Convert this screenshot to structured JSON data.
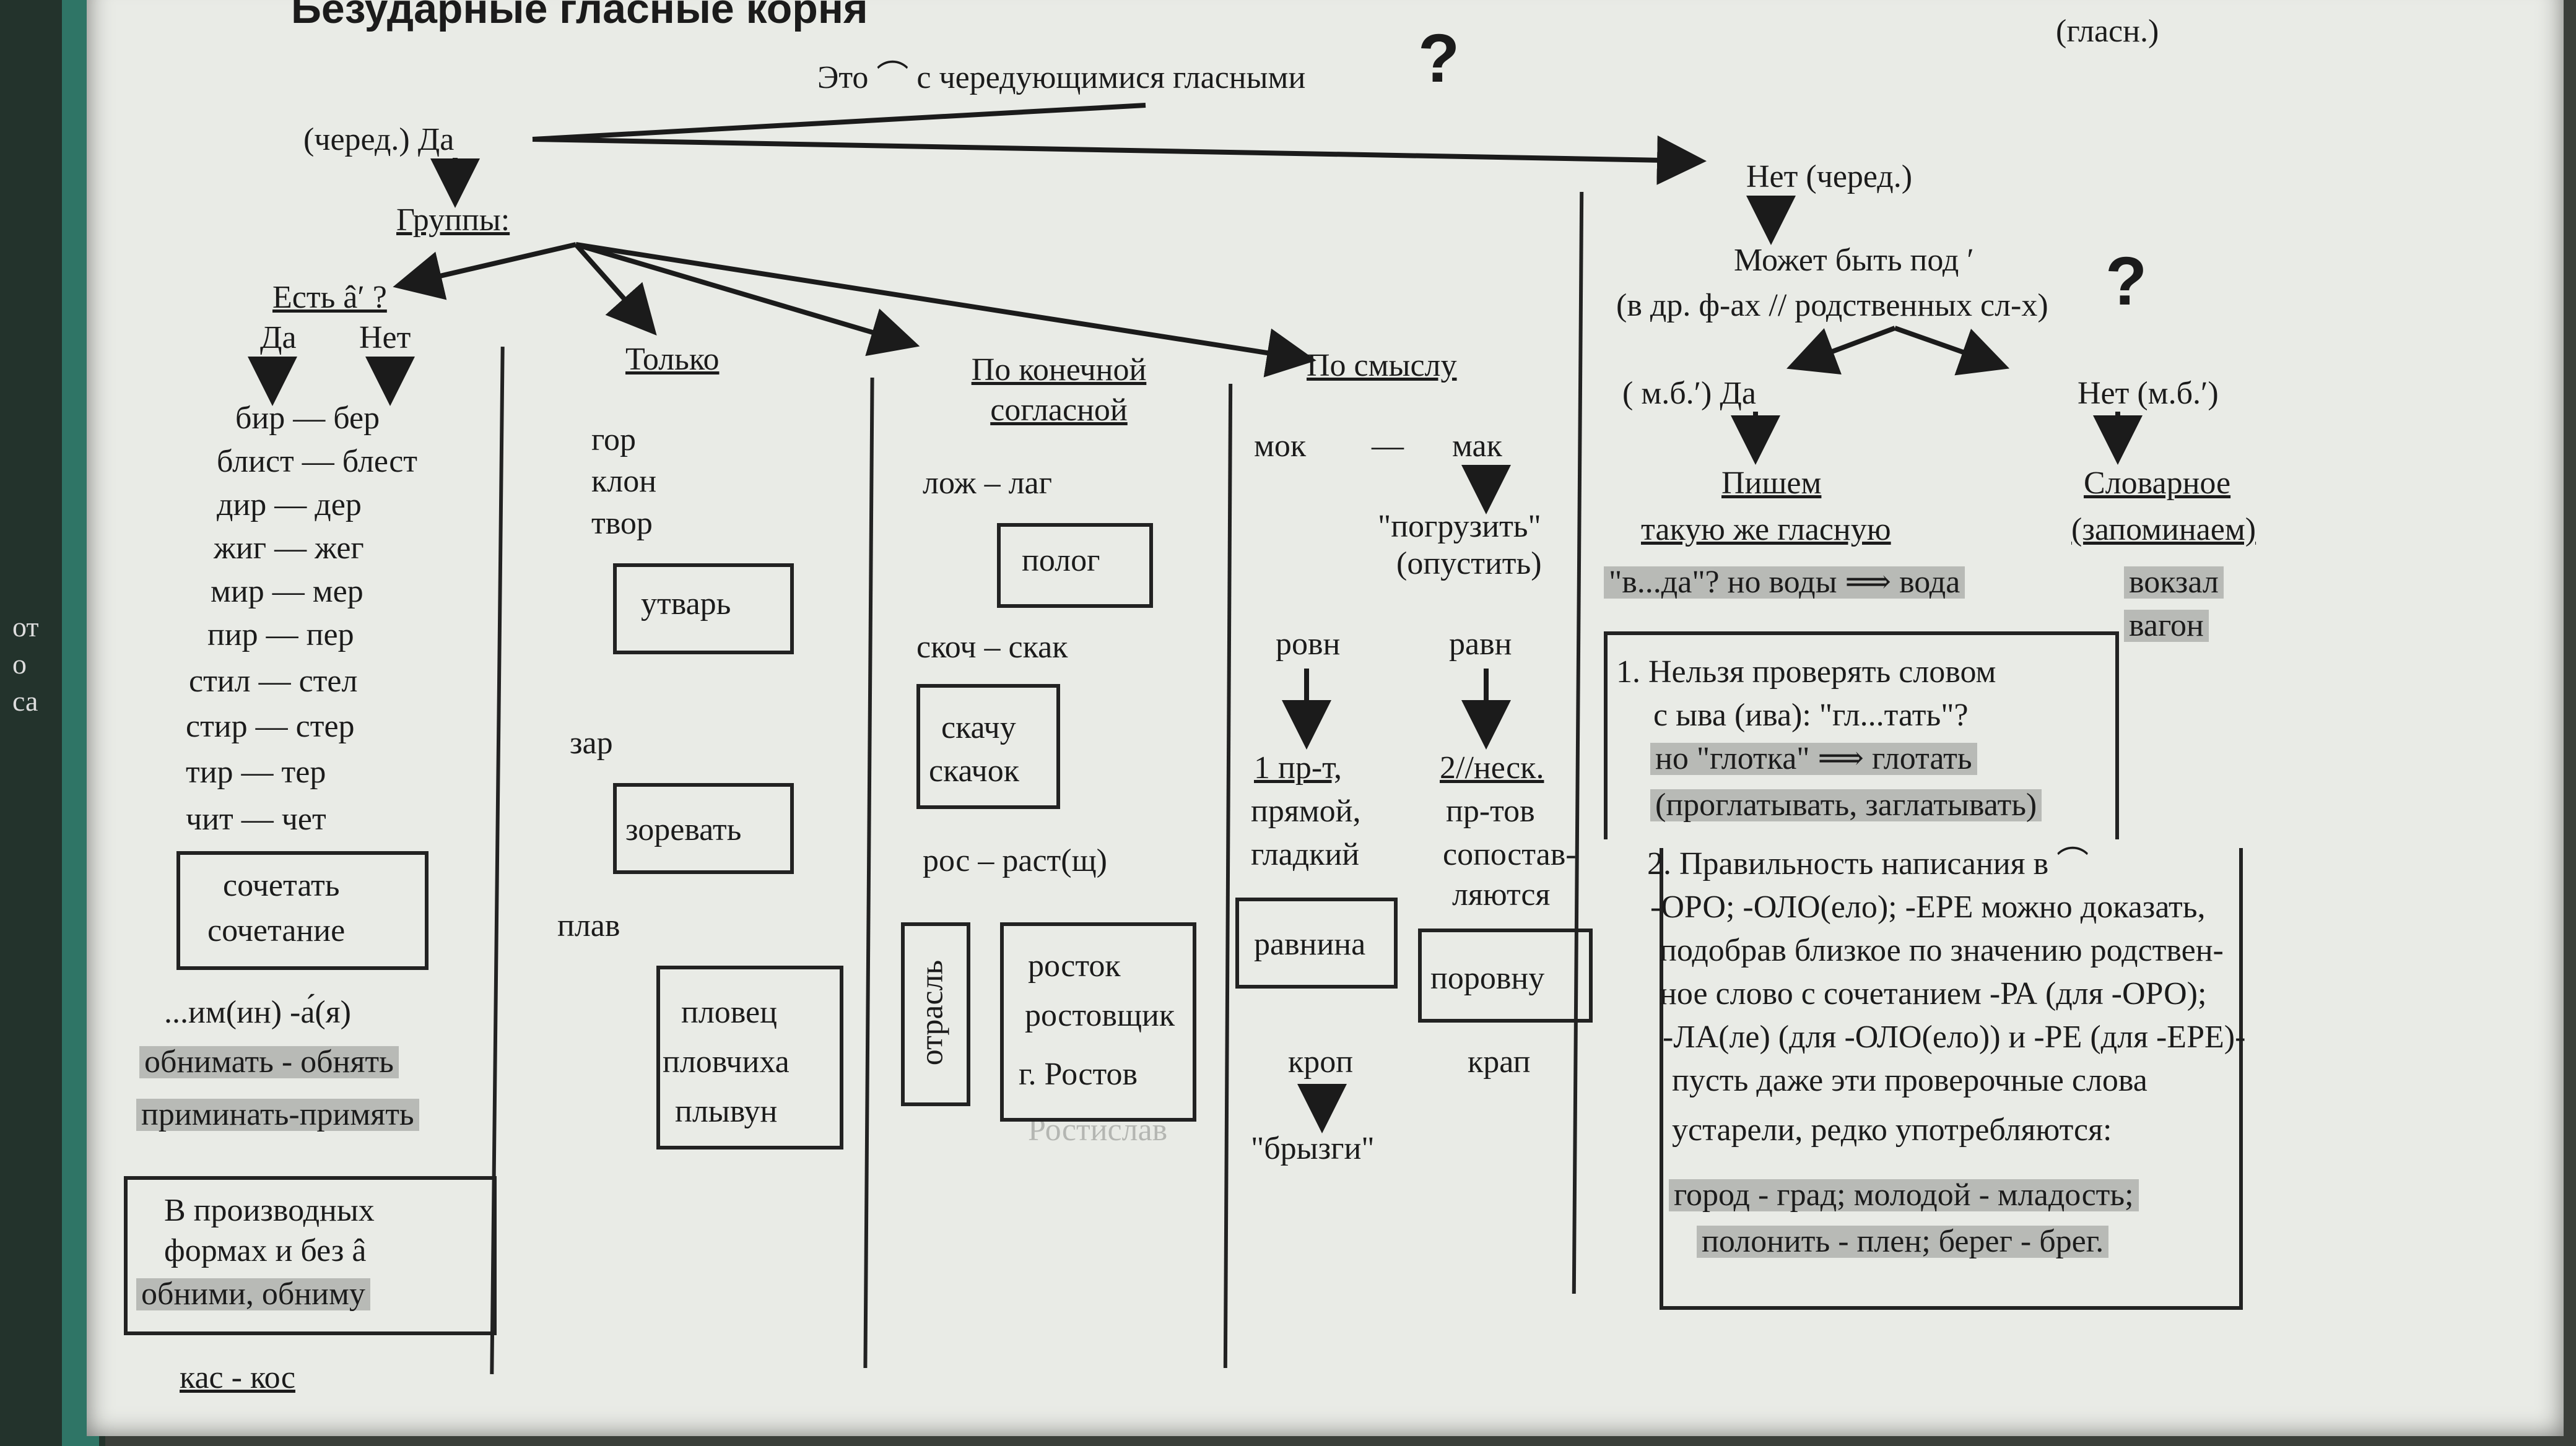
{
  "title": "Безударные гласные корня",
  "top_right": "(гласн.)",
  "question_main": "Это ⌒ с чередующимися гласными",
  "question_mark": "?",
  "left_branch": {
    "label": "(черед.) Да",
    "groups": "Группы:"
  },
  "right_branch": {
    "label": "Нет (черед.)",
    "question": "Может быть под ′",
    "question2": "(в др. ф-ах // родственных сл-х)"
  },
  "stress_q": {
    "label": "Есть â′ ?",
    "yes": "Да",
    "no": "Нет"
  },
  "pairs_stress": [
    "бир — бер",
    "блист — блест",
    "дир — дер",
    "жиг — жег",
    "мир — мер",
    "пир — пер",
    "стил — стел",
    "стир — стер",
    "тир — тер",
    "чит — чет"
  ],
  "box_sochet": [
    "сочетать",
    "сочетание"
  ],
  "im_line": "...им(ин) -а́(я)",
  "im_examples": [
    "обнимать - обнять",
    "приминать-примять"
  ],
  "deriv_box": [
    "В производных",
    "формах и без â",
    "обними, обниму"
  ],
  "kas_kos": "кас - кос",
  "col_only": {
    "head": "Только",
    "roots1": [
      "гор",
      "клон",
      "твор"
    ],
    "ex1": "утварь",
    "root2": "зар",
    "ex2": "зоревать",
    "root3": "плав",
    "ex3": [
      "пловец",
      "пловчиха",
      "плывун"
    ]
  },
  "col_final": {
    "head": "По конечной согласной",
    "pair1": "лож – лаг",
    "ex1": "полог",
    "pair2": "скоч – скак",
    "ex2": [
      "скачу",
      "скачок"
    ],
    "pair3": "рос – раст(щ)",
    "ex3v": "отрасль",
    "ex3": [
      "росток",
      "ростовщик",
      "г. Ростов",
      "Ростислав"
    ]
  },
  "col_meaning": {
    "head": "По смыслу",
    "pair1a": "мок",
    "dash": "—",
    "pair1b": "мак",
    "mean1": [
      "\"погрузить\"",
      "(опустить)"
    ],
    "pair2a": "ровн",
    "pair2b": "равн",
    "mean2a": [
      "1 пр-т,",
      "прямой,",
      "гладкий"
    ],
    "mean2b": [
      "2//неск.",
      "пр-тов",
      "сопостав-",
      "ляются"
    ],
    "ex2a": "равнина",
    "ex2b": "поровну",
    "pair3a": "кроп",
    "pair3b": "крап",
    "mean3": "\"брызги\""
  },
  "right_yes": {
    "label": "( м.б.′) Да",
    "write": "Пишем",
    "same": "такую же гласную",
    "example": "\"в...да\"? но воды ⟹ вода"
  },
  "right_no": {
    "label": "Нет (м.б.′)",
    "dict": "Словарное",
    "memo": "(запоминаем)",
    "ex": [
      "вокзал",
      "вагон"
    ]
  },
  "rule1": [
    "1. Нельзя проверять словом",
    "с ыва (ива):  \"гл...тать\"?",
    "но \"глотка\" ⟹ глотать",
    "(проглатывать, заглатывать)"
  ],
  "rule2": [
    "2. Правильность написания в ⌒",
    "-ОРО; -ОЛО(ело); -ЕРЕ можно доказать,",
    "подобрав близкое по значению родствен-",
    "ное слово с сочетанием -РА (для -ОРО);",
    "-ЛА(ле) (для -ОЛО(ело)) и -РЕ (для -ЕРЕ)-",
    "пусть даже эти проверочные слова",
    "устарели, редко употребляются:",
    "город - град; молодой - младость;",
    "полонить - плен; берег - брег."
  ],
  "left_edge": [
    "от",
    "о",
    "са"
  ]
}
